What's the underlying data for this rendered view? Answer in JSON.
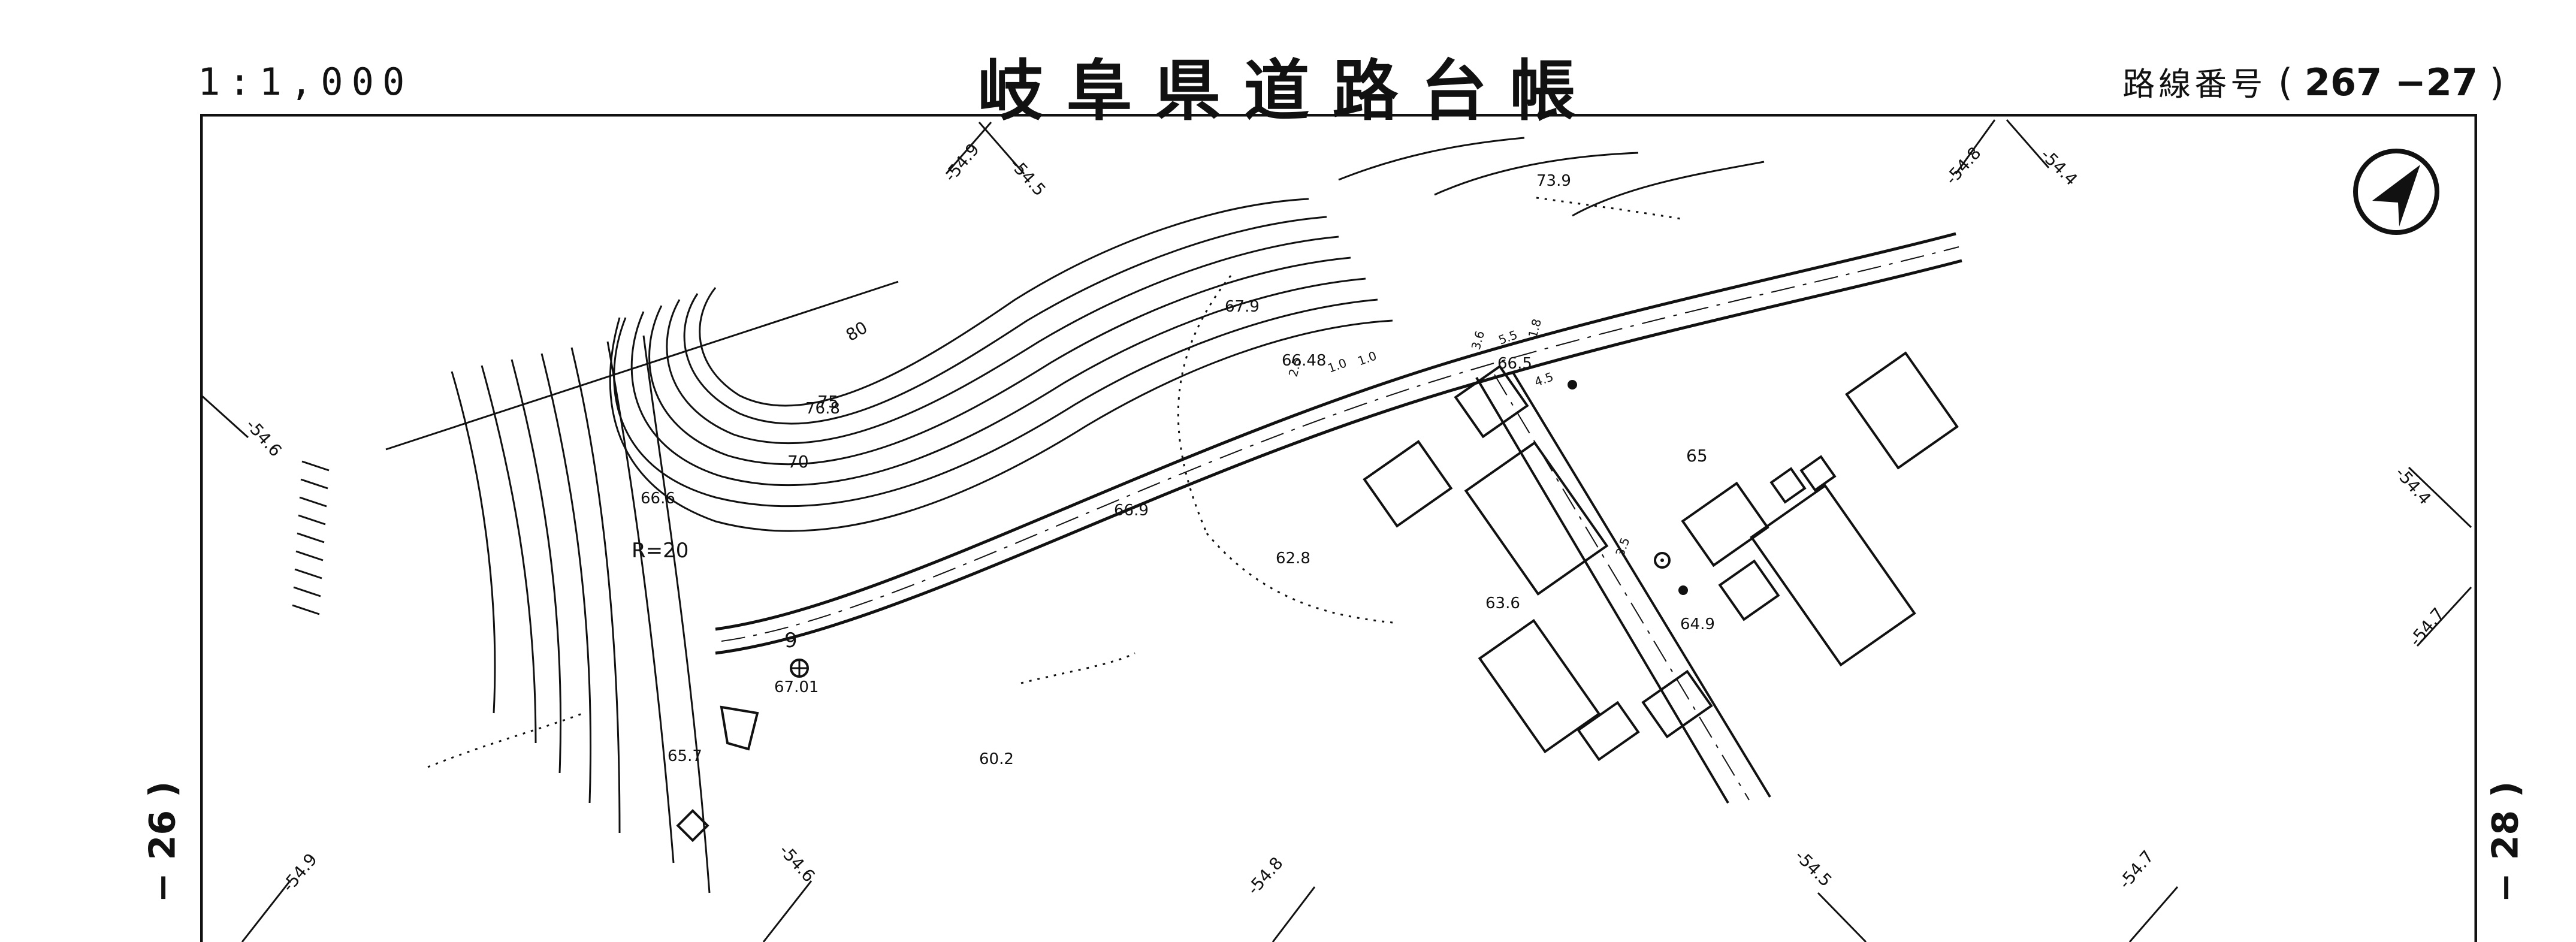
{
  "header": {
    "scale": "1:1,000",
    "title": "岐阜県道路台帳",
    "route_label": "路線番号",
    "route_open": "(",
    "route_number": "267 −27",
    "route_close": ")"
  },
  "adjacent_sheets": {
    "left": "− 26 )",
    "right": "− 28 )"
  },
  "grid_labels": [
    "-54.9",
    "-54.5",
    "-54.8",
    "-54.4",
    "-54.6",
    "-54.4",
    "-54.7",
    "-54.9",
    "-54.6",
    "-54.8",
    "-54.5",
    "-54.7"
  ],
  "contour_labels": [
    "80",
    "75",
    "70",
    "65"
  ],
  "elevations": [
    "73.9",
    "67.9",
    "66.48",
    "66.5",
    "76.8",
    "66.6",
    "66.9",
    "62.8",
    "63.6",
    "64.9",
    "67.01",
    "65.7",
    "60.2"
  ],
  "annotations": {
    "curve_radius": "R=20",
    "station": "9",
    "widths": [
      "2.5",
      "1.0",
      "1.0",
      "3.6",
      "5.5",
      "1.8",
      "4.5",
      "3.5"
    ]
  },
  "icons": [
    "north-arrow-icon",
    "benchmark-icon",
    "survey-point-icon"
  ],
  "colors": {
    "ink": "#111111",
    "paper": "#ffffff"
  }
}
